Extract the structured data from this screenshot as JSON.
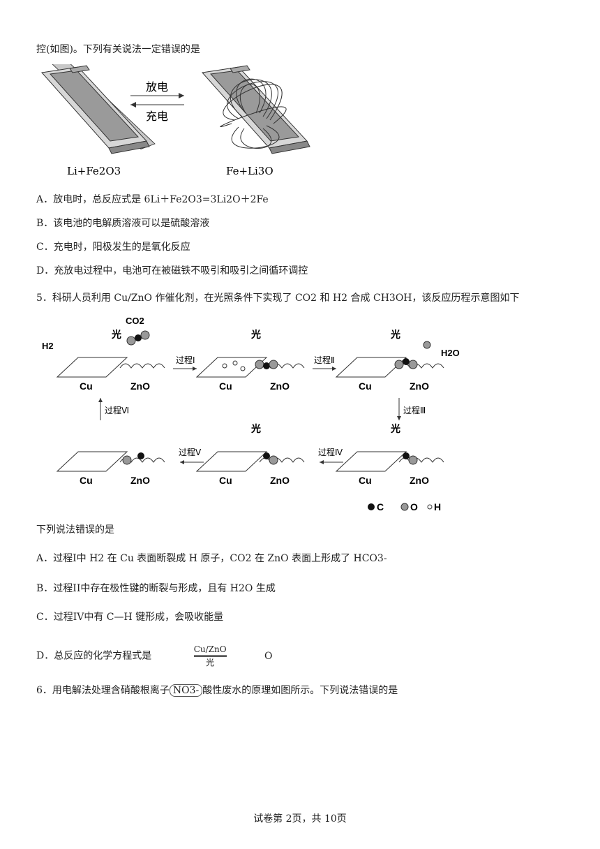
{
  "q4": {
    "intro": "控(如图)。下列有关说法一定错误的是",
    "figure": {
      "discharge": "放电",
      "charge": "充电",
      "left_label": "Li+Fe2O3",
      "right_label": "Fe+Li3O"
    },
    "options": [
      "A．放电时，总反应式是 6Li＋Fe2O3=3Li2O＋2Fe",
      "B．该电池的电解质溶液可以是硫酸溶液",
      "C．充电时，阳极发生的是氧化反应",
      "D．充放电过程中，电池可在被磁铁不吸引和吸引之间循环调控"
    ]
  },
  "q5": {
    "stem_a": "5．科研人员利用 Cu/ZnO 作催化剂，在光照条件下实现了 ",
    "co2": "CO2",
    "and": " 和 ",
    "h2": "H2",
    "stem_b": " 合成 ",
    "ch3oh": "CH3OH",
    "stem_c": "，该反应历程示意图如下",
    "figure": {
      "light": "光",
      "cu": "Cu",
      "zno": "ZnO",
      "h2_mol": "H2",
      "co2_mol": "CO2",
      "h2o_mol": "H2O",
      "p1": "过程Ⅰ",
      "p2": "过程Ⅱ",
      "p3": "过程Ⅲ",
      "p4": "过程Ⅳ",
      "p5": "过程Ⅴ",
      "p6": "过程Ⅵ",
      "legend_c": "C",
      "legend_o": "O",
      "legend_h": "H"
    },
    "question": "下列说法错误的是",
    "optA": "A．过程I中 H2 在 Cu 表面断裂成 H 原子，CO2 在 ZnO 表面上形成了 HCO3-",
    "optB": "B．过程II中存在极性键的断裂与形成，且有 H2O 生成",
    "optC": "C．过程IV中有 C—H 键形成，会吸收能量",
    "optD_prefix": "D．总反应的化学方程式是",
    "optD_cond_top": "Cu/ZnO",
    "optD_cond_bottom": "光",
    "optD_tail": "O"
  },
  "q6": {
    "stem": "6．用电解法处理含硝酸根离子",
    "ion": "NO3-",
    "stem_tail": "酸性废水的原理如图所示。下列说法错误的是"
  },
  "footer": "试卷第 2页，共 10页"
}
